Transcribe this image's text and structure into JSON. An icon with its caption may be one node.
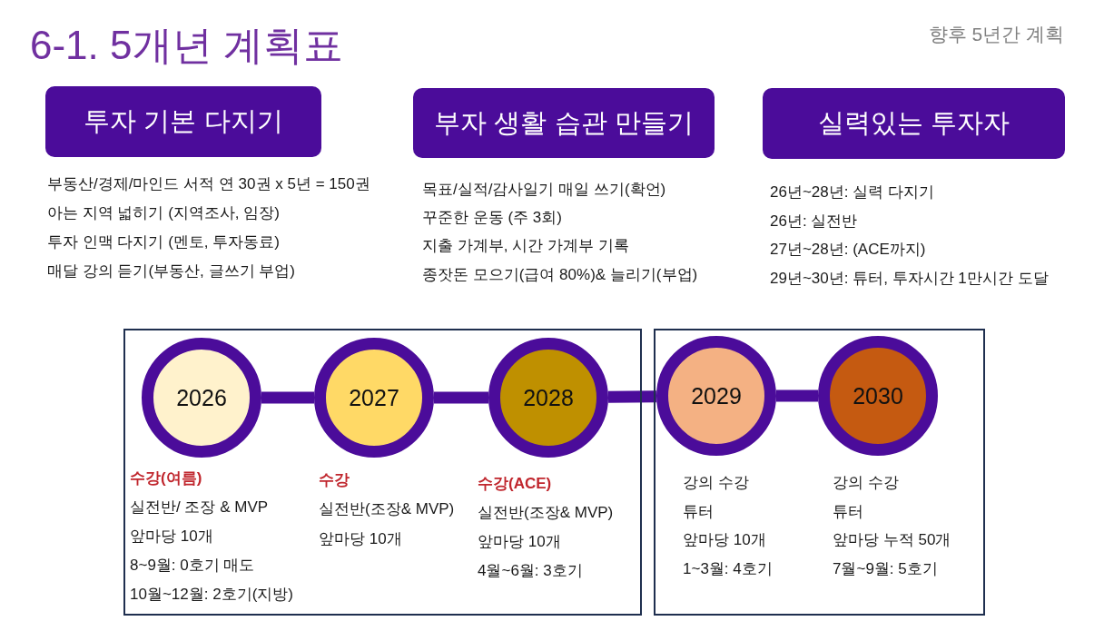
{
  "diagram": {
    "title": "6-1. 5개년 계획표",
    "nodes": [
      {
        "text": [
          "투자 기본 다지기"
        ],
        "beside": [
          "부동산/경제/마인드 서적 연 30권 x 5년 = 150권",
          "아는 지역 넓히기 (지역조사, 임장)",
          "투자 인맥 다지기 (멘토, 투자동료)",
          "매달 강의 듣기(부동산, 글쓰기 부업)"
        ]
      },
      {
        "text": [
          "부자 생활 습관 만들기"
        ],
        "beside": [
          "목표/실적/감사일기 매일 쓰기(확언)",
          "꾸준한 운동 (주 3회)",
          "지출 가계부, 시간 가계부 기록",
          "종잣돈 모으기(급여 80%)& 늘리기(부업)"
        ]
      },
      {
        "text": [
          "실력있는 투자자"
        ],
        "beside": [
          "26년~28년: 실력 다지기",
          "26년: 실전반",
          "27년~28년: (ACE까지)",
          "29년~30년: 튜터, 투자시간 1만시간 도달"
        ]
      },
      {
        "text": [],
        "shape": "box"
      },
      {
        "text": [
          "2026"
        ],
        "in": 3,
        "beside": [
          "수강(여름)",
          "실전반/ 조장 & MVP",
          "앞마당 10개",
          "8~9월: 0호기 매도",
          "10월~12월: 2호기(지방)"
        ]
      },
      {
        "text": [
          "2027"
        ],
        "in": 3,
        "beside": [
          "수강",
          "실전반(조장& MVP)",
          "앞마당 10개"
        ]
      },
      {
        "text": [
          "2028"
        ],
        "in": 3,
        "beside": [
          "수강(ACE)",
          "실전반(조장& MVP)",
          "앞마당 10개",
          "4월~6월: 3호기"
        ]
      },
      {
        "text": [],
        "shape": "box"
      },
      {
        "text": [
          "2029"
        ],
        "in": 7,
        "beside": [
          "강의 수강",
          "튜터",
          "앞마당 10개",
          "1~3월: 4호기"
        ]
      },
      {
        "text": [
          "2030"
        ],
        "in": 7,
        "beside": [
          "강의 수강",
          "튜터",
          "앞마당 누적 50개",
          "7월~9월: 5호기"
        ]
      }
    ],
    "edges": [
      {
        "from": 4,
        "to": 5,
        "arrow": "none"
      },
      {
        "from": 5,
        "to": 6,
        "arrow": "none"
      },
      {
        "from": 6,
        "to": 8,
        "arrow": "none"
      },
      {
        "from": 8,
        "to": 9,
        "arrow": "none"
      }
    ],
    "labels": [
      "향후 5년간 계획"
    ]
  }
}
